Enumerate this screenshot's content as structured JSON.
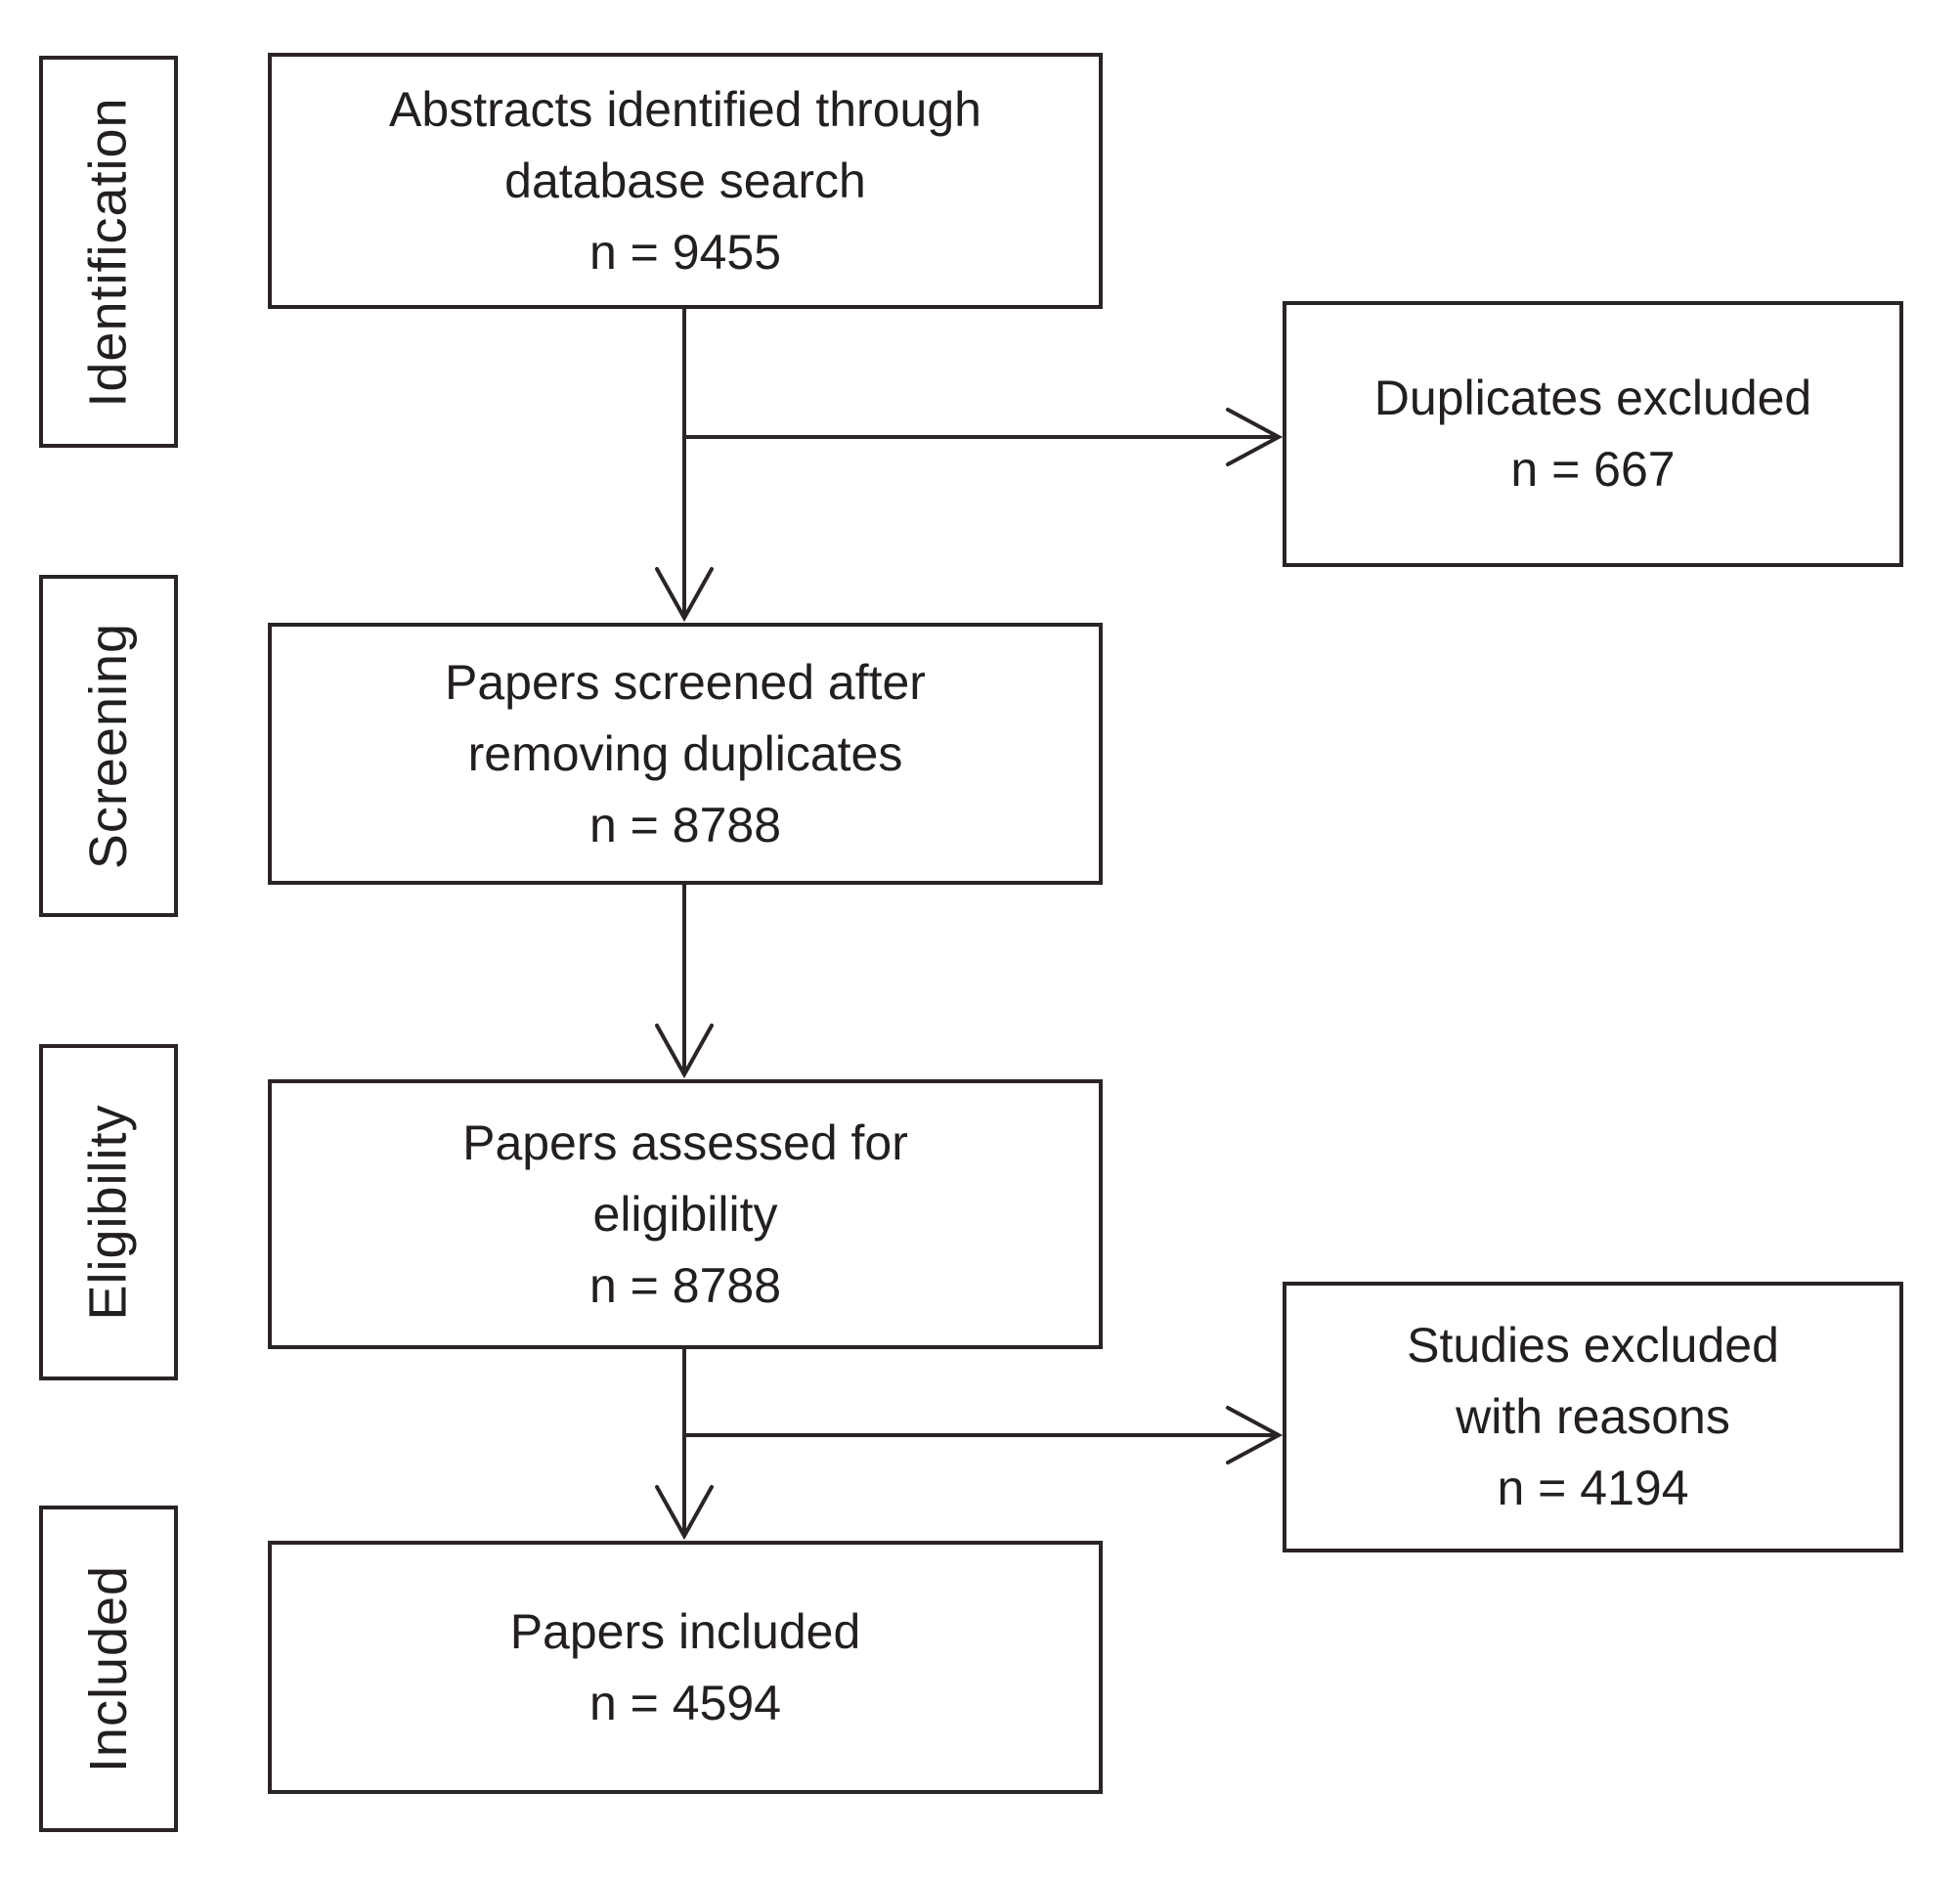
{
  "colors": {
    "ink": "#231f20",
    "background": "#ffffff",
    "border": "#2a2425"
  },
  "flow": {
    "stages": [
      {
        "label": "Identification"
      },
      {
        "label": "Screening"
      },
      {
        "label": "Eligibility"
      },
      {
        "label": "Included"
      }
    ],
    "main_boxes": [
      {
        "lines": [
          "Abstracts identified through",
          "database search",
          "n = 9455"
        ]
      },
      {
        "lines": [
          "Papers screened after",
          "removing duplicates",
          "n = 8788"
        ]
      },
      {
        "lines": [
          "Papers assessed for",
          "eligibility",
          "n = 8788"
        ]
      },
      {
        "lines": [
          "Papers included",
          "n = 4594"
        ]
      }
    ],
    "side_boxes": [
      {
        "lines": [
          "Duplicates excluded",
          "n = 667"
        ]
      },
      {
        "lines": [
          "Studies excluded",
          "with reasons",
          "n = 4194"
        ]
      }
    ]
  }
}
